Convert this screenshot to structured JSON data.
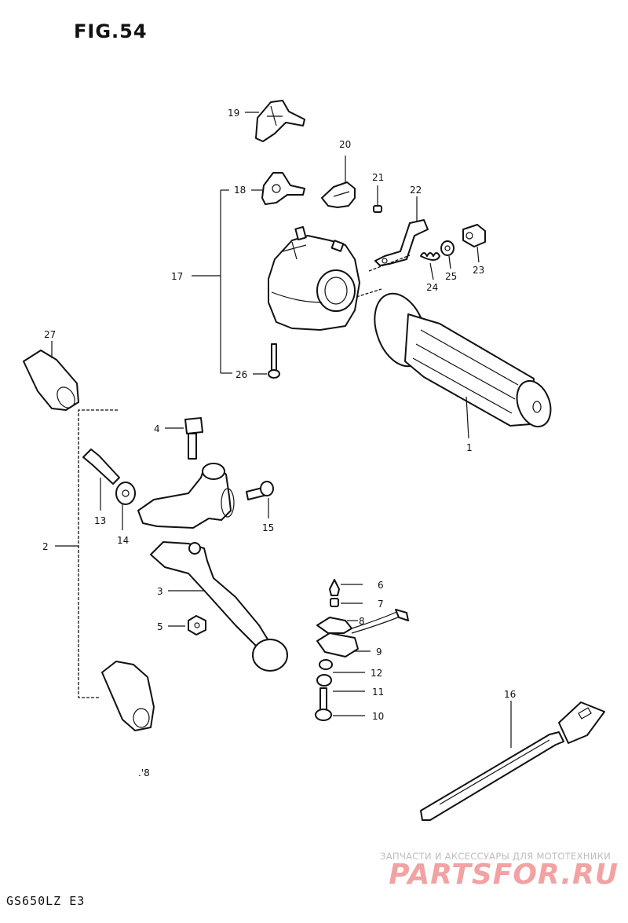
{
  "figure_title": "FIG.54",
  "footer_model": "GS650LZ E3",
  "watermark": {
    "line1": "ЗАПЧАСТИ И АКСЕССУАРЫ ДЛЯ МОТОТЕХНИКИ",
    "line2": "PARTSFOR.RU"
  },
  "stray_mark": ".'8",
  "callouts": [
    "1",
    "2",
    "3",
    "4",
    "5",
    "6",
    "7",
    "8",
    "9",
    "10",
    "11",
    "12",
    "13",
    "14",
    "15",
    "16",
    "17",
    "18",
    "19",
    "20",
    "21",
    "22",
    "23",
    "24",
    "25",
    "26",
    "27"
  ]
}
